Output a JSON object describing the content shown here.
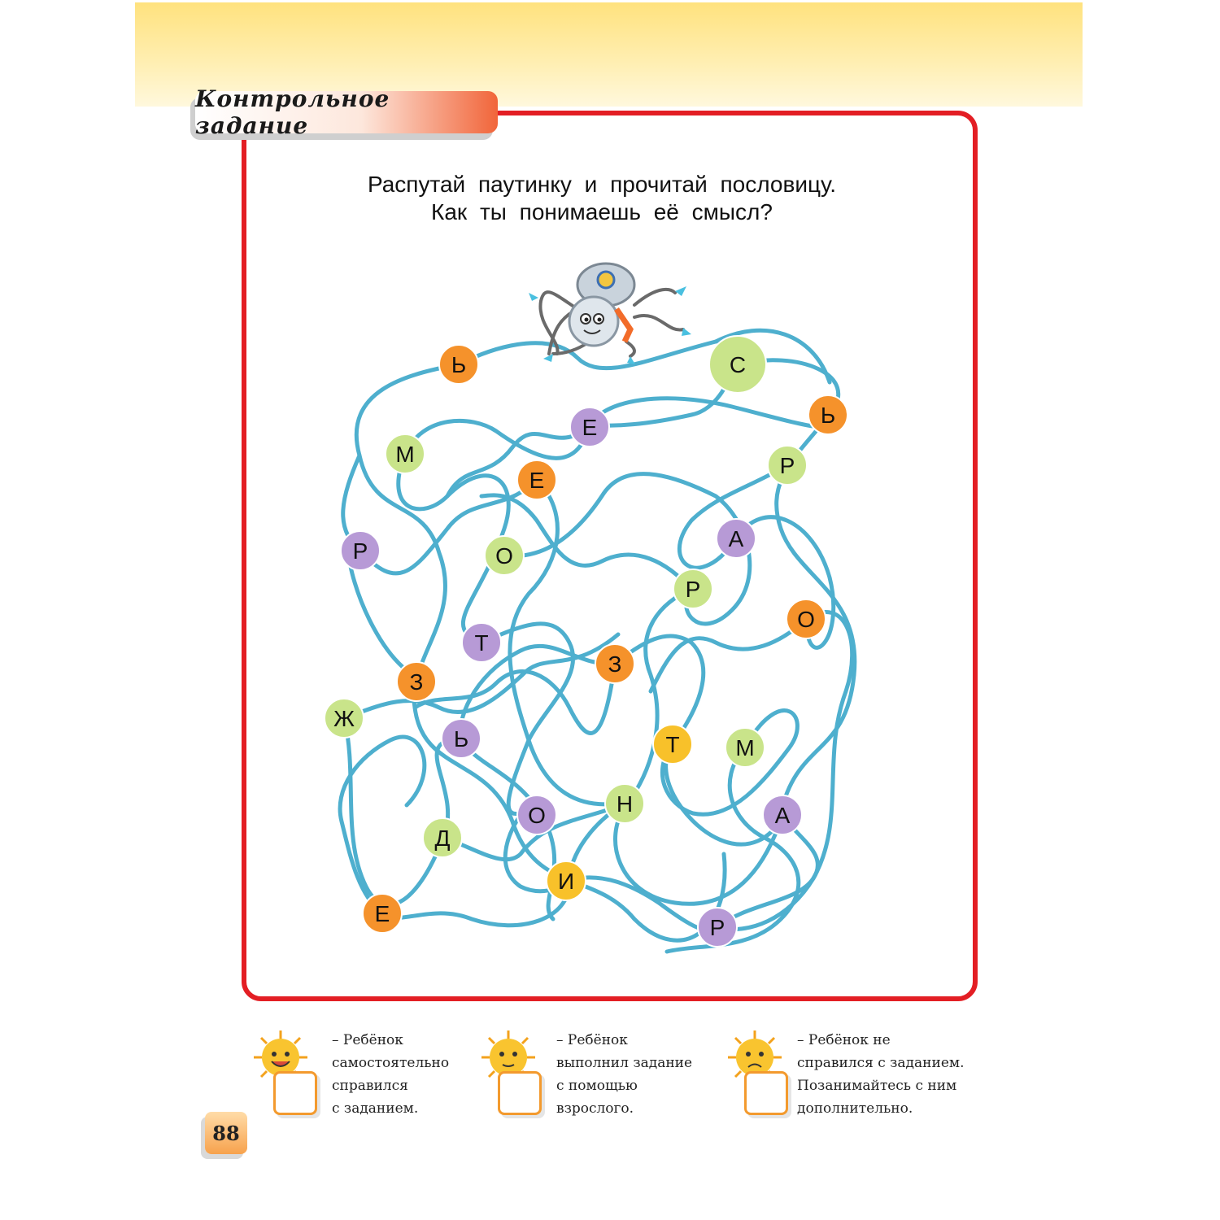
{
  "section_title": "Контрольное задание",
  "instruction": {
    "line1": "Распутай паутинку и прочитай пословицу.",
    "line2": "Как ты понимаешь её смысл?"
  },
  "colors": {
    "accent_red": "#e31e24",
    "yarn": "#3ba7c9",
    "orange": "#f5922b",
    "green": "#c9e48a",
    "purple": "#b79ad6",
    "yellow": "#f8c12a"
  },
  "illustration": "spider-on-web",
  "letters": [
    {
      "char": "Ь",
      "color": "orange"
    },
    {
      "char": "С",
      "color": "green"
    },
    {
      "char": "Ь",
      "color": "orange"
    },
    {
      "char": "Е",
      "color": "purple"
    },
    {
      "char": "М",
      "color": "green"
    },
    {
      "char": "Е",
      "color": "orange"
    },
    {
      "char": "Р",
      "color": "green"
    },
    {
      "char": "Р",
      "color": "purple"
    },
    {
      "char": "О",
      "color": "green"
    },
    {
      "char": "А",
      "color": "purple"
    },
    {
      "char": "Р",
      "color": "green"
    },
    {
      "char": "О",
      "color": "orange"
    },
    {
      "char": "Т",
      "color": "purple"
    },
    {
      "char": "З",
      "color": "orange"
    },
    {
      "char": "З",
      "color": "orange"
    },
    {
      "char": "Ж",
      "color": "green"
    },
    {
      "char": "Ь",
      "color": "purple"
    },
    {
      "char": "Т",
      "color": "yellow"
    },
    {
      "char": "М",
      "color": "green"
    },
    {
      "char": "О",
      "color": "purple"
    },
    {
      "char": "Н",
      "color": "green"
    },
    {
      "char": "А",
      "color": "purple"
    },
    {
      "char": "Д",
      "color": "green"
    },
    {
      "char": "И",
      "color": "yellow"
    },
    {
      "char": "Е",
      "color": "orange"
    },
    {
      "char": "Р",
      "color": "purple"
    }
  ],
  "legend": [
    {
      "text": "– Ребёнок\nсамостоятельно\nсправился\nс заданием.",
      "face": "happy-sun-icon"
    },
    {
      "text": "– Ребёнок\nвыполнил задание\nс помощью\nвзрослого.",
      "face": "neutral-sun-icon"
    },
    {
      "text": "– Ребёнок не\nсправился с заданием.\nПозанимайтесь с ним\nдополнительно.",
      "face": "sad-sun-icon"
    }
  ],
  "page_number": "88"
}
